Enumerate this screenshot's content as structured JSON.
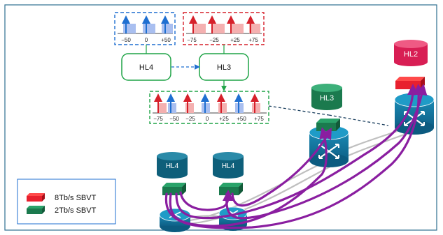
{
  "spectra": {
    "hl4_ticks": [
      "−50",
      "0",
      "+50"
    ],
    "hl3_ticks": [
      "−75",
      "−25",
      "+25",
      "+75"
    ],
    "combined_ticks": [
      "−75",
      "−50",
      "−25",
      "0",
      "+25",
      "+50",
      "+75"
    ]
  },
  "boxes": {
    "hl4": "HL4",
    "hl3": "HL3"
  },
  "nodes": {
    "hl3": "HL3",
    "hl2": "HL2",
    "hl4_left": "HL4",
    "hl4_right": "HL4"
  },
  "legend": {
    "items": [
      {
        "label": "8Tb/s SBVT",
        "color": "#e8202e"
      },
      {
        "label": "2Tb/s SBVT",
        "color": "#1b7a4e"
      }
    ]
  },
  "colors": {
    "blue": "#1f6fd1",
    "red": "#d6202a",
    "green": "#1fa447",
    "teal": "#1b6f80",
    "purple": "#8a1ea0",
    "pink": "#d81e54"
  }
}
